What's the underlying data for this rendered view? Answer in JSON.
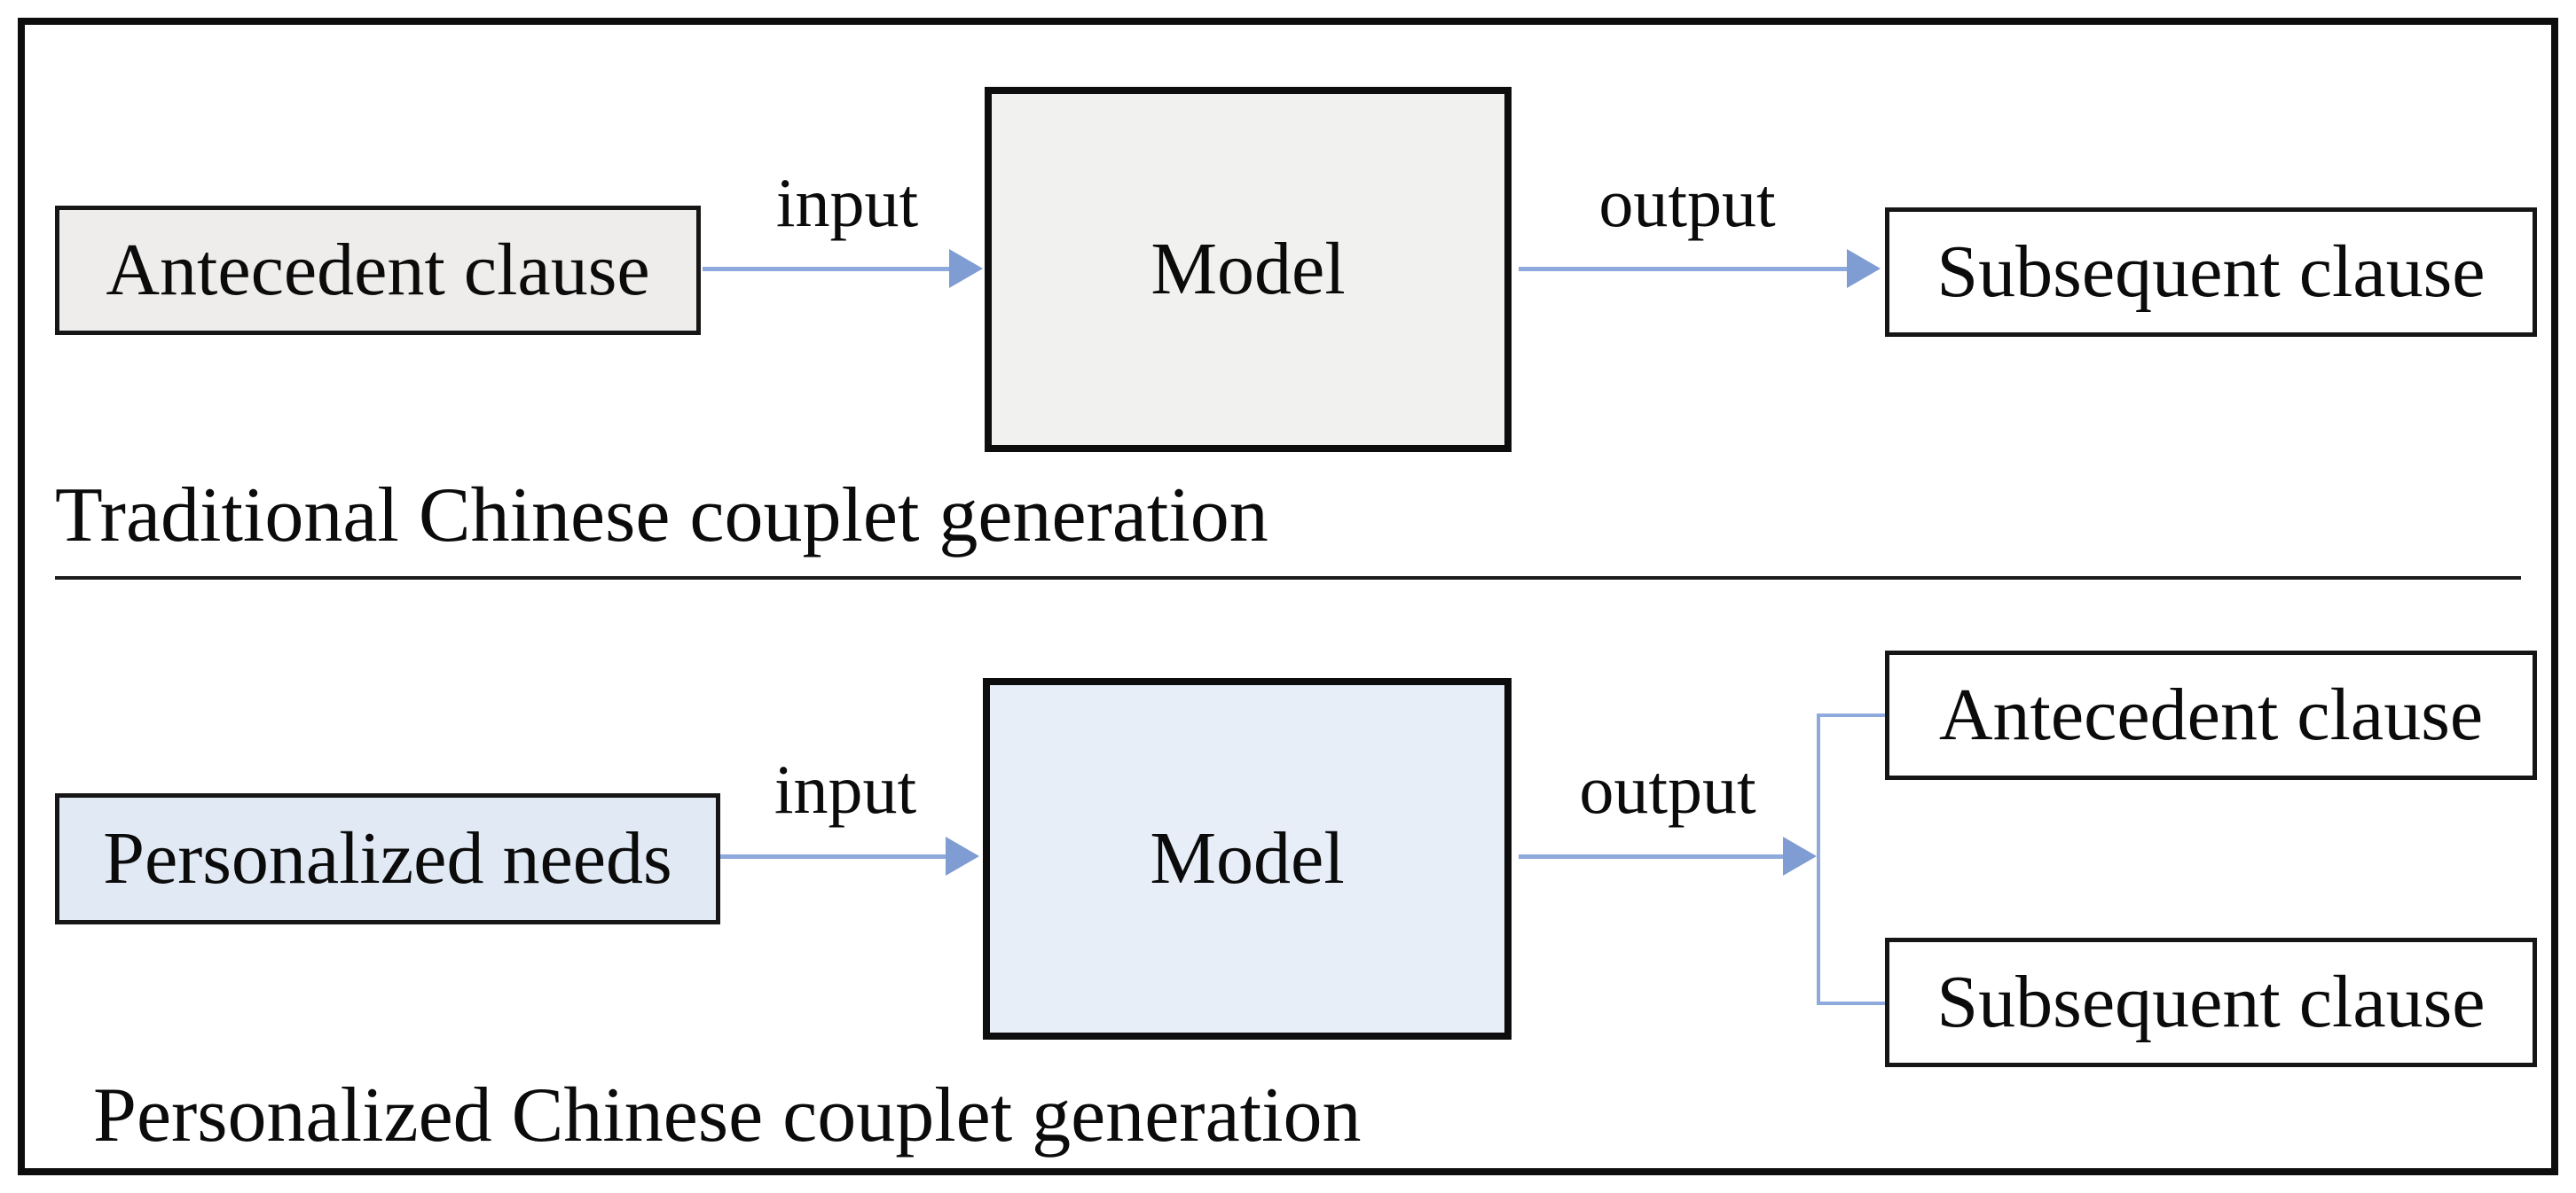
{
  "top_section": {
    "source_box": "Antecedent clause",
    "input_label": "input",
    "model_label": "Model",
    "output_label": "output",
    "result_box": "Subsequent clause",
    "caption": "Traditional Chinese couplet generation"
  },
  "bottom_section": {
    "source_box": "Personalized needs",
    "input_label": "input",
    "model_label": "Model",
    "output_label": "output",
    "result_box_top": "Antecedent clause",
    "result_box_bottom": "Subsequent clause",
    "caption": "Personalized Chinese couplet generation"
  },
  "colors": {
    "arrow_blue": "#8ea9db",
    "arrowhead_blue": "#7f9cd3",
    "gray_box_fill": "#eeedec",
    "gray_model_fill": "#f1f1f0",
    "blue_box_fill": "#e0e9f4",
    "blue_model_fill": "#e7eef8",
    "border_black": "#0d0d0d"
  }
}
